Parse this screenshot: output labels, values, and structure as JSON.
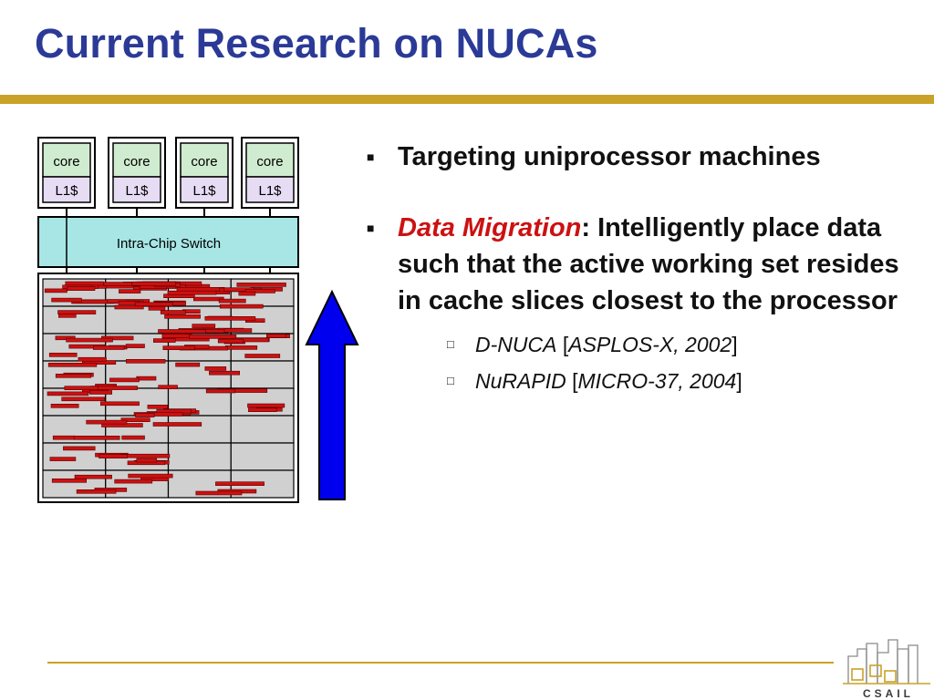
{
  "slide": {
    "title": "Current Research on NUCAs"
  },
  "diagram": {
    "cores": [
      {
        "core_label": "core",
        "cache_label": "L1$"
      },
      {
        "core_label": "core",
        "cache_label": "L1$"
      },
      {
        "core_label": "core",
        "cache_label": "L1$"
      },
      {
        "core_label": "core",
        "cache_label": "L1$"
      }
    ],
    "switch_label": "Intra-Chip Switch",
    "grid": {
      "rows": 8,
      "cols": 4
    },
    "colors": {
      "core_box": "#d0ecd0",
      "cache_box": "#e6dcf4",
      "switch_box": "#a8e6e6",
      "cache_slice": "#d0d0d0",
      "data_block": "#cc1111",
      "arrow_fill": "#0000ee",
      "title": "#2b3a96",
      "rule": "#c9a227"
    }
  },
  "bullets": [
    {
      "text": "Targeting uniprocessor machines"
    },
    {
      "em": "Data Migration",
      "text": ": Intelligently place data such that the active working set resides in cache slices closest to the processor"
    }
  ],
  "sub_bullets": [
    {
      "name": "D-NUCA",
      "open": " [",
      "ref": "ASPLOS-X, 2002",
      "close": "]"
    },
    {
      "name": "NuRAPID",
      "open": " [",
      "ref": "MICRO-37, 2004",
      "close": "]"
    }
  ],
  "logo": {
    "text": "CSAIL"
  }
}
